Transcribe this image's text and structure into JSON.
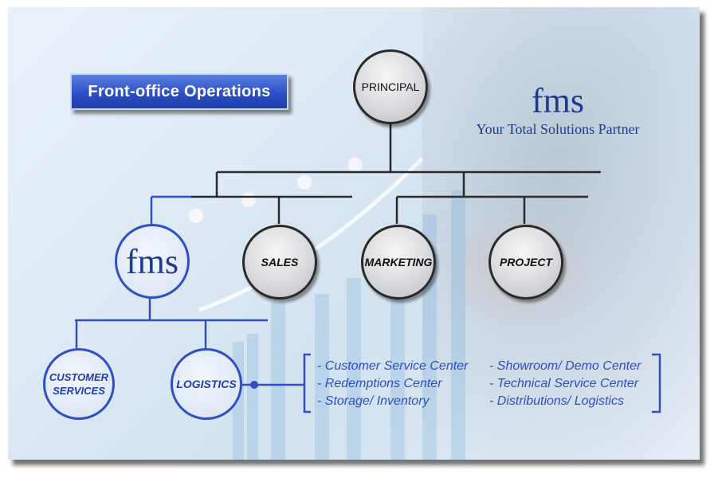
{
  "banner": {
    "label": "Front-office Operations"
  },
  "brand": {
    "title": "fms",
    "tagline": "Your Total Solutions Partner"
  },
  "nodes": {
    "principal": "PRINCIPAL",
    "fms": "fms",
    "sales": "SALES",
    "marketing": "MARKETING",
    "project": "PROJECT",
    "customer_services": "CUSTOMER SERVICES",
    "logistics": "LOGISTICS"
  },
  "services": {
    "left": [
      "- Customer Service Center",
      "- Redemptions Center",
      "- Storage/ Inventory"
    ],
    "right": [
      "- Showroom/ Demo Center",
      "- Technical Service Center",
      "- Distributions/ Logistics"
    ]
  },
  "colors": {
    "blue_line": "#2f4fc4",
    "dark_line": "#2a2a2a",
    "brand_blue": "#1d3a8f"
  }
}
